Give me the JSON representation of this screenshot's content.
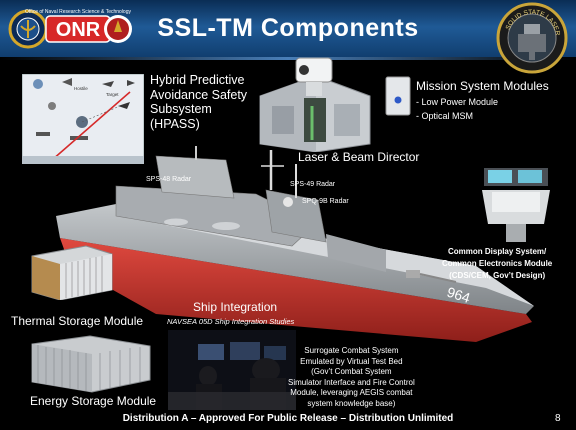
{
  "slide": {
    "title": "SSL-TM Components",
    "page_number": "8",
    "footer": "Distribution A – Approved For Public Release – Distribution Unlimited"
  },
  "logos": {
    "onr_text": "ONR",
    "onr_ring_text": "Office of Naval Research Science & Technology",
    "ssl_ring_text": "SOLID STATE LASER"
  },
  "hpass": {
    "title_line1": "Hybrid Predictive",
    "title_line2": "Avoidance Safety",
    "title_line3": "Subsystem",
    "title_line4": "(HPASS)",
    "diagram_label1": "Hostile",
    "diagram_label2": "Target"
  },
  "laser": {
    "label": "Laser  & Beam Director"
  },
  "mission": {
    "title": "Mission System Modules",
    "item1": "- Low Power Module",
    "item2": "- Optical MSM"
  },
  "radars": {
    "sps48": "SPS-48 Radar",
    "sps49": "SPS-49 Radar",
    "spq9b": "SPQ-9B Radar"
  },
  "hull_number": "964",
  "cds": {
    "line1": "Common Display System/",
    "line2": "Common Electronics Module",
    "line3": "(CDS/CEM, Gov’t Design)"
  },
  "thermal": {
    "label": "Thermal Storage Module"
  },
  "energy": {
    "label": "Energy Storage Module"
  },
  "ship_integration": {
    "title": "Ship Integration",
    "subtitle": "NAVSEA 05D Ship Integration Studies"
  },
  "surrogate": {
    "line1": "Surrogate Combat System",
    "line2": "Emulated by Virtual Test Bed",
    "line3": "(Gov’t Combat System",
    "line4": "Simulator Interface and Fire Control",
    "line5": "Module, leveraging AEGIS combat",
    "line6": "system knowledge base)"
  },
  "colors": {
    "header_blue": "#1f5a96",
    "hull_red": "#c8342f",
    "ship_gray": "#a9adb0"
  }
}
